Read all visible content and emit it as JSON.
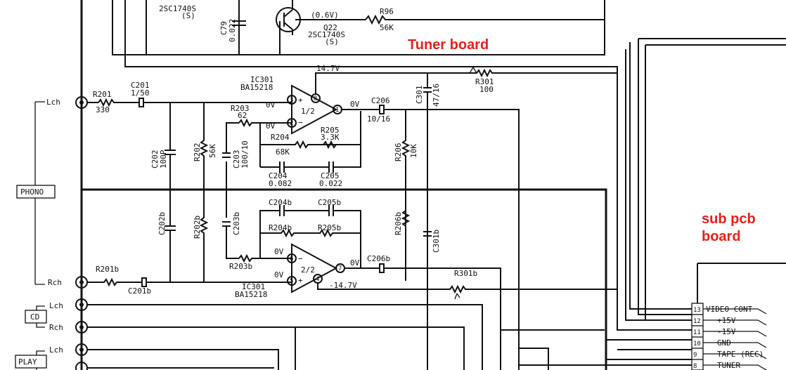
{
  "annotations": {
    "tuner_board": "Tuner board",
    "sub_pcb_line1": "sub pcb",
    "sub_pcb_line2": "board"
  },
  "inputs": {
    "phono": "PHONO",
    "cd": "CD",
    "play": "PLAY",
    "lch": "Lch",
    "rch": "Rch"
  },
  "top_partial": {
    "q21_part": "2SC1740S",
    "q21_s": "(S)",
    "c79_name": "C79",
    "c79_val": "0.022",
    "q22_voltage": "(0.6V)",
    "q22_name": "Q22",
    "q22_part": "2SC1740S",
    "q22_s": "(S)",
    "r96_name": "R96",
    "r96_val": "56K"
  },
  "ic": {
    "name": "IC301",
    "part": "BA15218",
    "half1": "1/2",
    "half2": "2/2",
    "vplus": "14.7V",
    "vminus": "-14.7V"
  },
  "components": {
    "r201": "R201",
    "r201_val": "330",
    "c201": "C201",
    "c201_val": "1/50",
    "c202": "C202",
    "c202_val": "100P",
    "r202": "R202",
    "r202_val": "56K",
    "r203": "R203",
    "r203_val": "62",
    "c203": "C203",
    "c203_val": "100/10",
    "r204": "R204",
    "r204_val": "68K",
    "r205": "R205",
    "r205_val": "3.3K",
    "c204": "C204",
    "c204_val": "0.082",
    "c205": "C205",
    "c205_val": "0.022",
    "c206": "C206",
    "c206_val": "10/16",
    "r206": "R206",
    "r206_val": "10K",
    "c301": "C301",
    "c301_val": "47/16",
    "r301": "R301",
    "r301_val": "100",
    "r201b": "R201b",
    "c201b": "C201b",
    "c202b": "C202b",
    "r202b": "R202b",
    "c203b": "C203b",
    "r203b": "R203b",
    "c204b": "C204b",
    "c205b": "C205b",
    "r204b": "R204b",
    "r205b": "R205b",
    "c206b": "C206b",
    "r206b": "R206b",
    "c301b": "C301b",
    "r301b": "R301b",
    "zero_v": "0V"
  },
  "connector": {
    "pins": [
      {
        "num": "13",
        "label": "VIDEO CONT"
      },
      {
        "num": "12",
        "label": "+15V"
      },
      {
        "num": "11",
        "label": "-15V"
      },
      {
        "num": "10",
        "label": "GND"
      },
      {
        "num": "9",
        "label": "TAPE (REC)"
      },
      {
        "num": "8",
        "label": "TUNER"
      }
    ]
  }
}
